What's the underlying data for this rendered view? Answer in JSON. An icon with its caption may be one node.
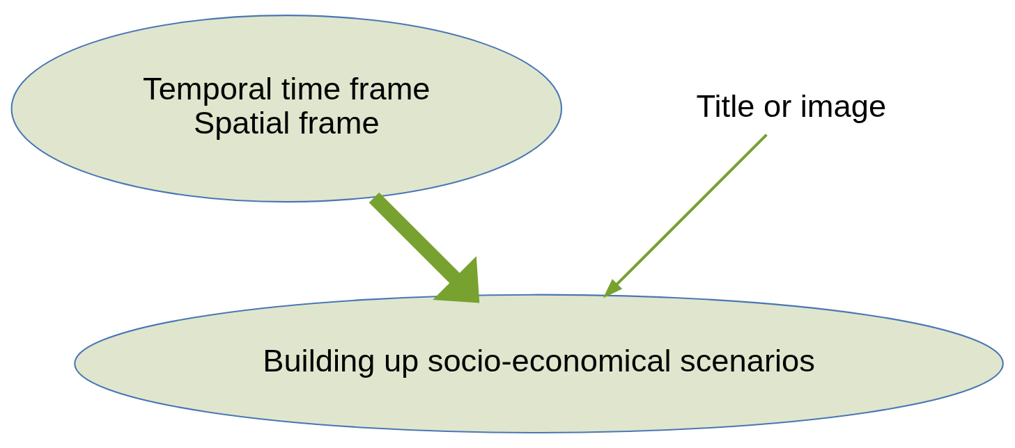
{
  "diagram": {
    "nodes": [
      {
        "text": [
          "Temporal time frame",
          "Spatial frame"
        ]
      },
      {
        "text": [
          "Building up socio-economical scenarios"
        ]
      },
      {
        "text": [
          "Title or image"
        ]
      }
    ],
    "edges": [
      {
        "from": 0,
        "to": 1,
        "arrow": "to",
        "style": "thick"
      },
      {
        "from": 2,
        "to": 1,
        "arrow": "to"
      }
    ]
  }
}
